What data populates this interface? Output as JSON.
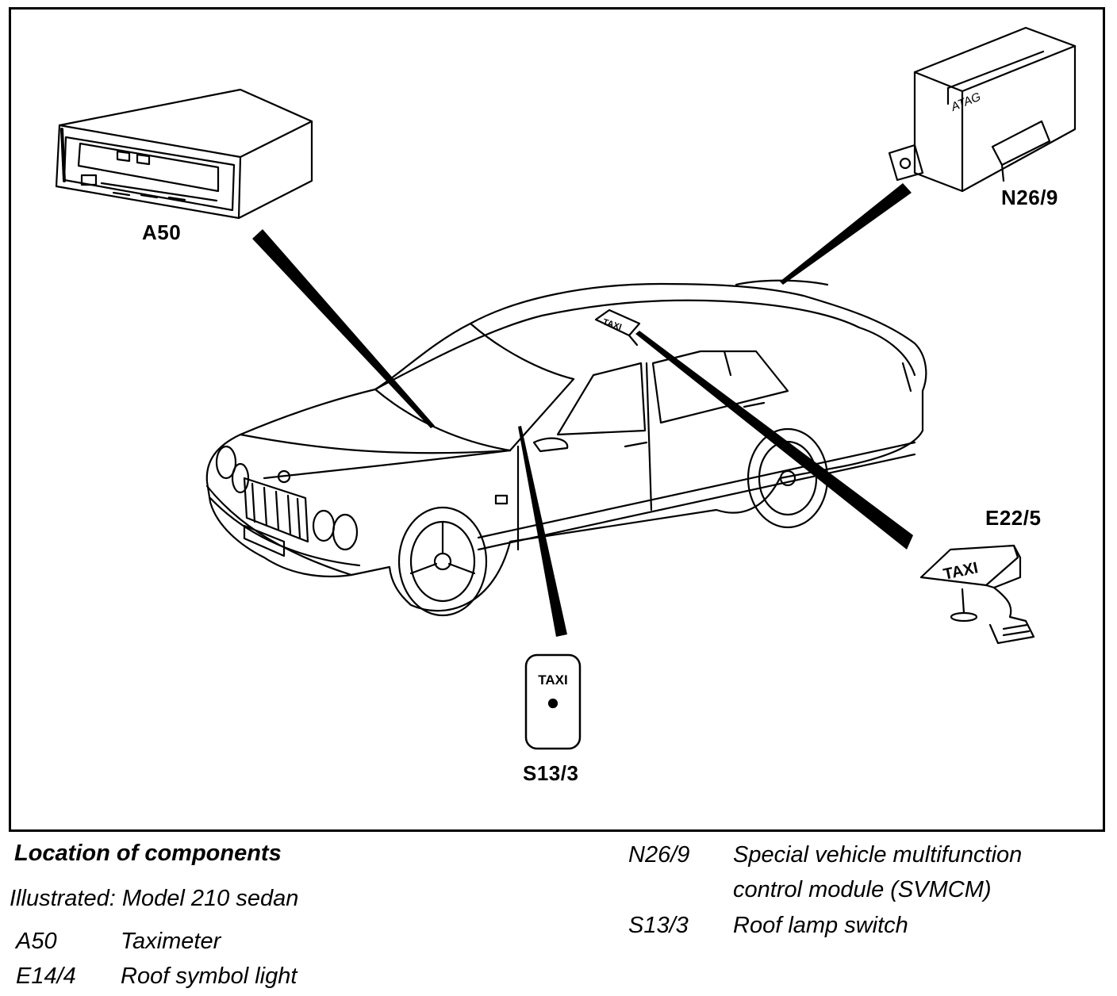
{
  "components": {
    "a50": "A50",
    "n26_9": "N26/9",
    "e22_5": "E22/5",
    "s13_3": "S13/3"
  },
  "switch_text": "TAXI",
  "roof_sign_text": "TAXI",
  "module_brand": "ATAG",
  "caption": {
    "title": "Location of components",
    "subtitle": "Illustrated: Model 210 sedan",
    "legend_left": [
      {
        "code": "A50",
        "desc": "Taximeter"
      },
      {
        "code": "E14/4",
        "desc": "Roof symbol light"
      }
    ],
    "legend_right": [
      {
        "code": "N26/9",
        "desc_line1": "Special vehicle multifunction",
        "desc_line2": "control module (SVMCM)"
      },
      {
        "code": "S13/3",
        "desc": "Roof lamp switch"
      }
    ]
  }
}
